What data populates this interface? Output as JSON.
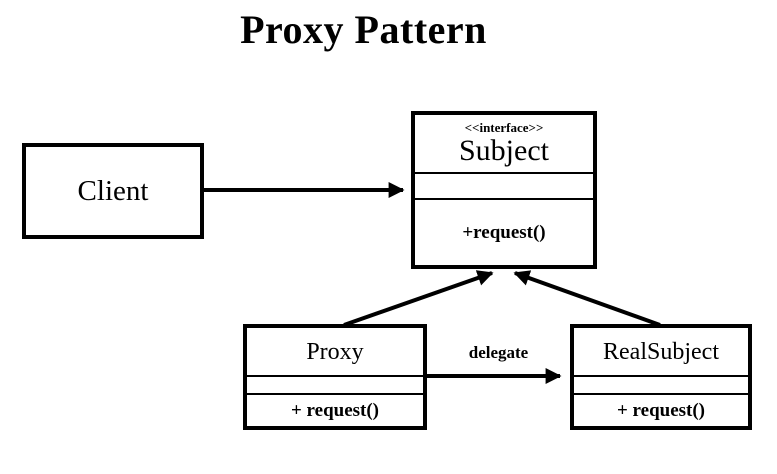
{
  "title": "Proxy Pattern",
  "classes": {
    "client": {
      "name": "Client"
    },
    "subject": {
      "stereotype": "<<interface>>",
      "name": "Subject",
      "method": "+request()"
    },
    "proxy": {
      "name": "Proxy",
      "method": "+ request()"
    },
    "realsubject": {
      "name": "RealSubject",
      "method": "+ request()"
    }
  },
  "relations": {
    "delegate_label": "delegate"
  },
  "colors": {
    "background": "#ffffff",
    "stroke": "#000000",
    "text": "#000000"
  }
}
